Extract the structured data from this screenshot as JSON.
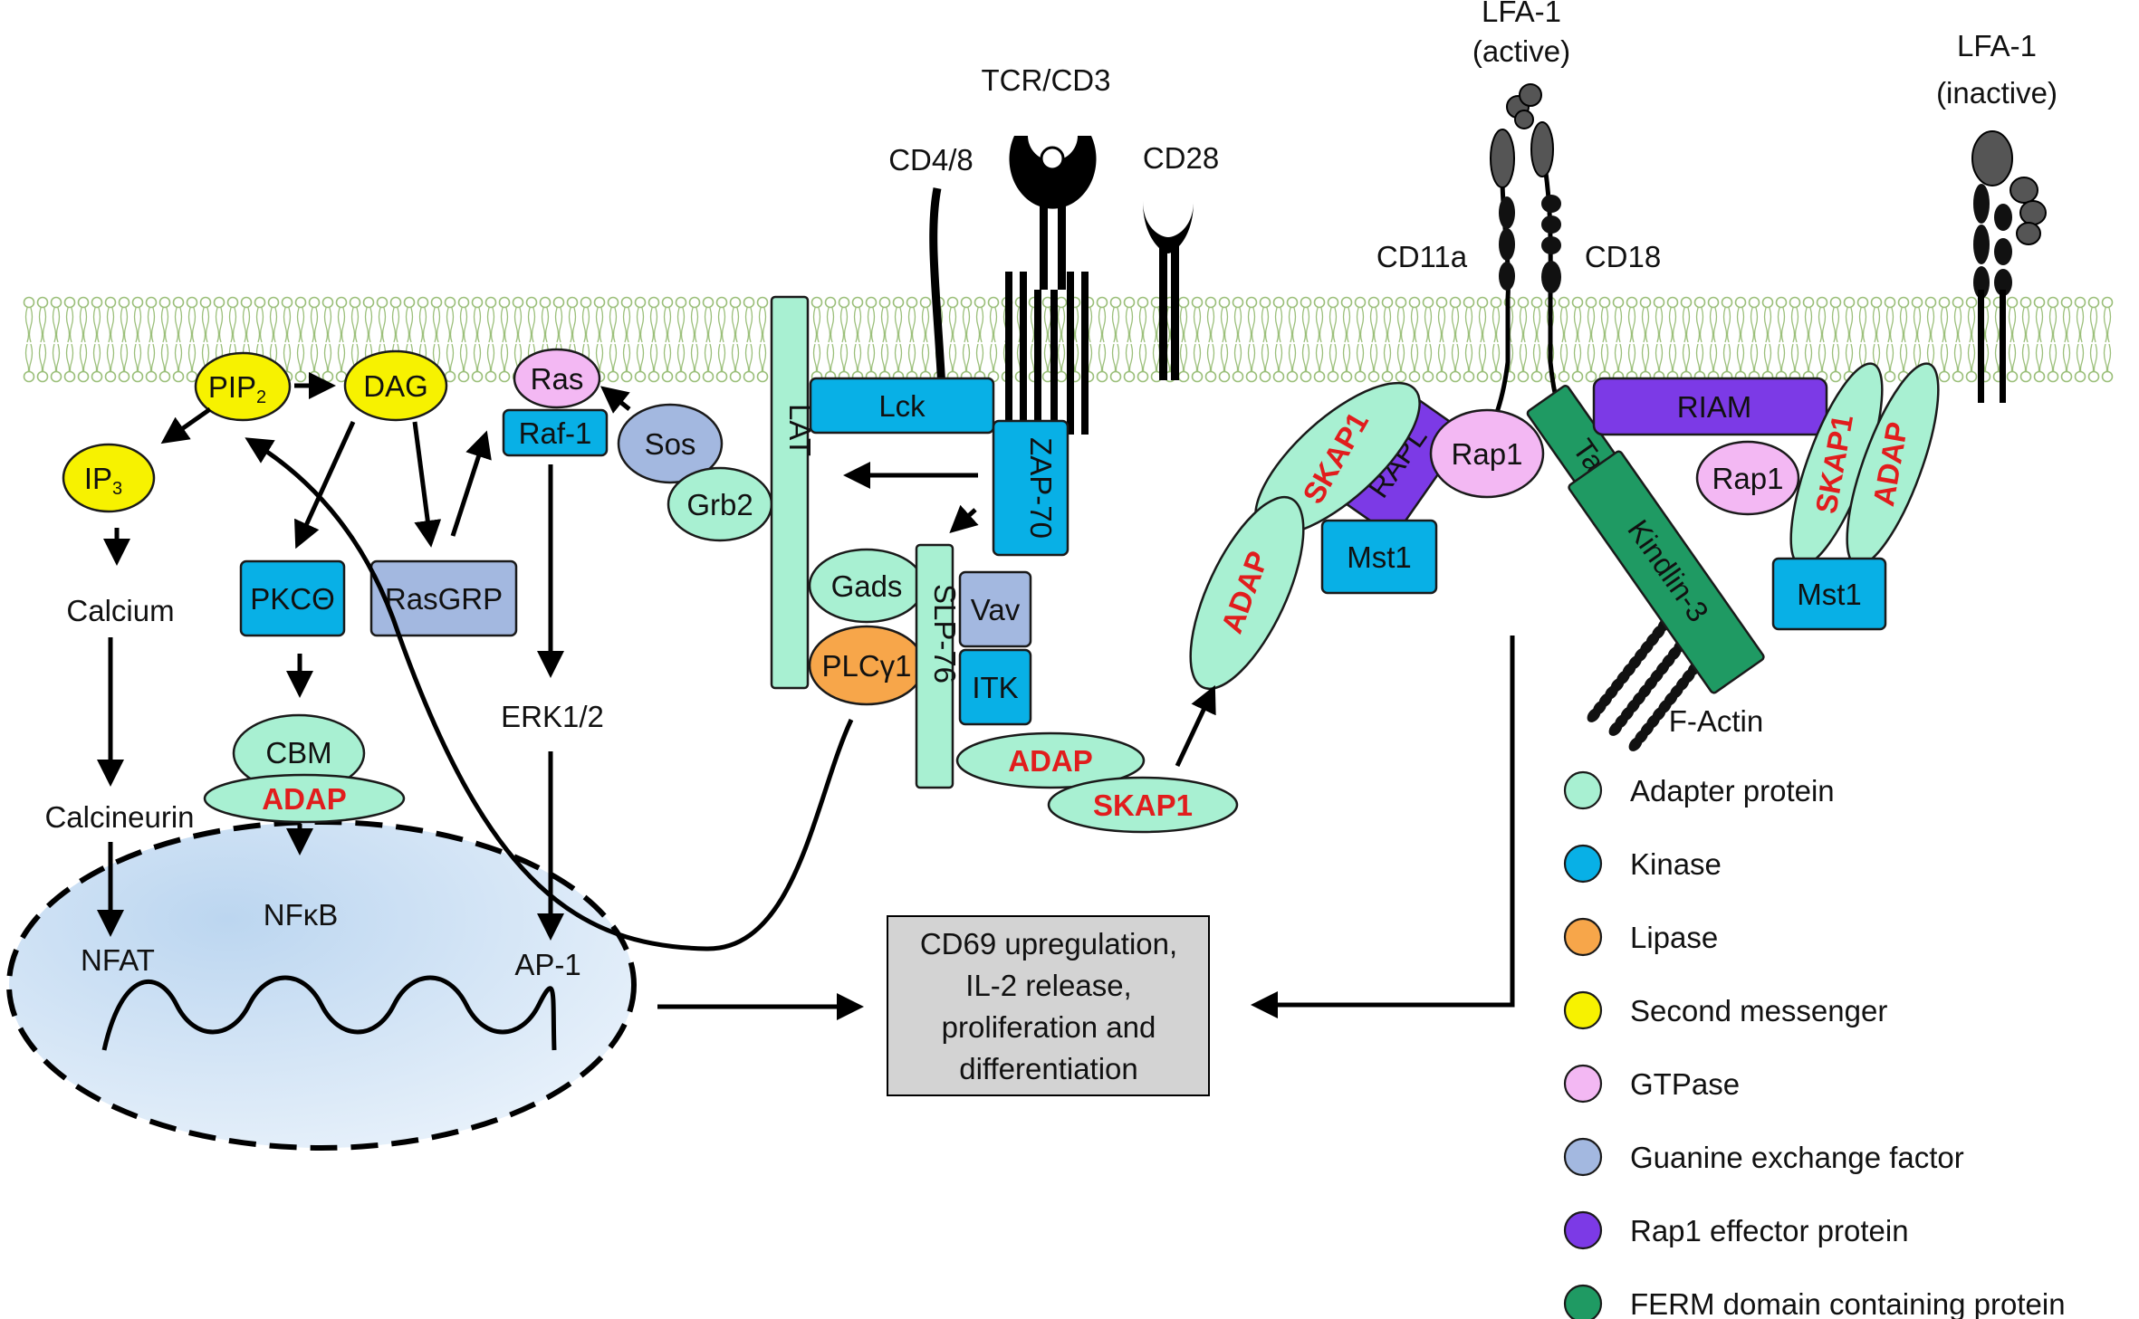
{
  "colors": {
    "adapter": "#a8f0d2",
    "kinase": "#08b0e6",
    "lipase": "#f7a64a",
    "second_messenger": "#f7f200",
    "gtpase": "#f3b8f3",
    "gef": "#a3b8e0",
    "rap1_effector": "#7c3ae6",
    "ferm": "#1f9a63",
    "membrane": "#9bbf7a",
    "nucleus": "#c9def3",
    "output_box": "#d3d3d3"
  },
  "receptors": {
    "tcr": "TCR/CD3",
    "cd48": "CD4/8",
    "cd28": "CD28",
    "lfa_active": [
      "LFA-1",
      "(active)"
    ],
    "lfa_inactive": [
      "LFA-1",
      "(inactive)"
    ],
    "cd11a": "CD11a",
    "cd18": "CD18"
  },
  "nodes": {
    "pip2": "PIP",
    "pip2_sub": "2",
    "dag": "DAG",
    "ip3": "IP",
    "ip3_sub": "3",
    "calcium": "Calcium",
    "calcineurin": "Calcineurin",
    "pkc": "PKCΘ",
    "rasgrp": "RasGRP",
    "cbm": "CBM",
    "adap": "ADAP",
    "skap1": "SKAP1",
    "nfkb": "NFκB",
    "nfat": "NFAT",
    "ap1": "AP-1",
    "ras": "Ras",
    "raf1": "Raf-1",
    "sos": "Sos",
    "grb2": "Grb2",
    "erk": "ERK1/2",
    "lat": "LAT",
    "lck": "Lck",
    "zap70": "ZAP-70",
    "gads": "Gads",
    "plcg1": "PLCγ1",
    "slp76": "SLP-76",
    "vav": "Vav",
    "itk": "ITK",
    "rapl": "RAPL",
    "rap1": "Rap1",
    "mst1": "Mst1",
    "talin": "Talin",
    "kindlin3": "Kindlin-3",
    "riam": "RIAM",
    "factin": "F-Actin"
  },
  "output": [
    "CD69 upregulation,",
    "IL-2 release,",
    "proliferation and",
    "differentiation"
  ],
  "legend": [
    {
      "label": "Adapter protein",
      "color": "#a8f0d2"
    },
    {
      "label": "Kinase",
      "color": "#08b0e6"
    },
    {
      "label": "Lipase",
      "color": "#f7a64a"
    },
    {
      "label": "Second messenger",
      "color": "#f7f200"
    },
    {
      "label": "GTPase",
      "color": "#f3b8f3"
    },
    {
      "label": "Guanine exchange factor",
      "color": "#a3b8e0"
    },
    {
      "label": "Rap1 effector protein",
      "color": "#7c3ae6"
    },
    {
      "label": "FERM domain containing protein",
      "color": "#1f9a63"
    }
  ]
}
